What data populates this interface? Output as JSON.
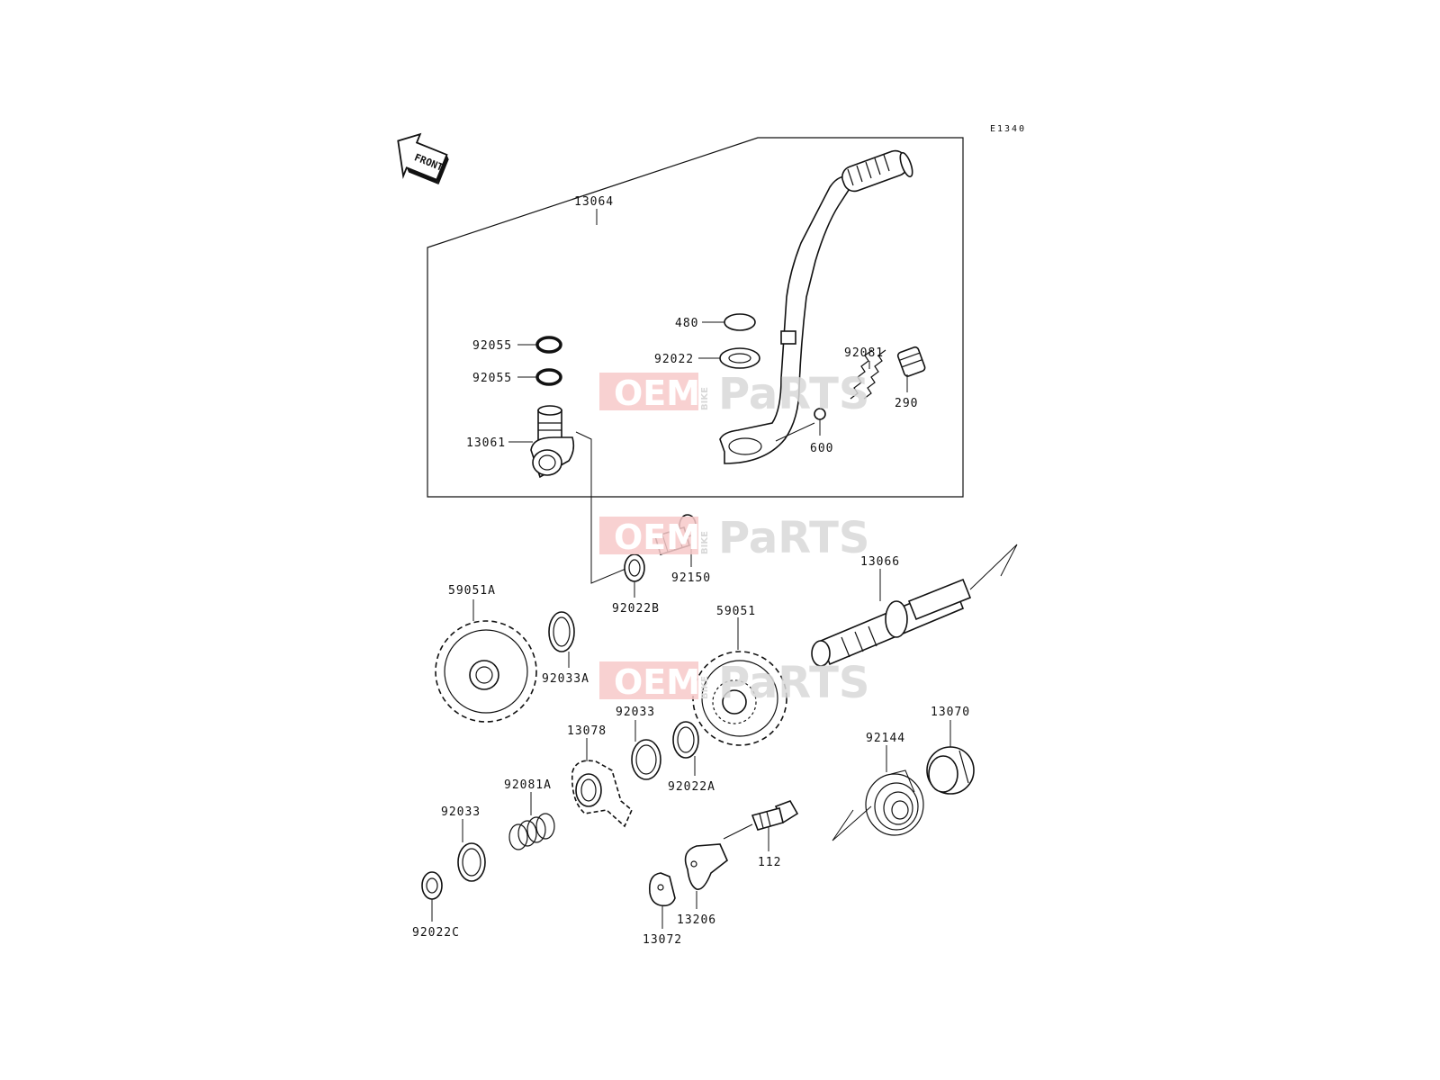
{
  "diagram": {
    "code": "E1340",
    "front_label": "FRONT",
    "watermark": {
      "oem": "OEM",
      "bike": "BIKE",
      "parts": "PaRTS"
    },
    "parts": {
      "p13064": "13064",
      "p480": "480",
      "p92022": "92022",
      "p92055a": "92055",
      "p92055b": "92055",
      "p92081": "92081",
      "p290": "290",
      "p13061": "13061",
      "p600": "600",
      "p92150": "92150",
      "p92022B": "92022B",
      "p13066": "13066",
      "p59051A": "59051A",
      "p59051": "59051",
      "p92033A": "92033A",
      "p92033": "92033",
      "p13078": "13078",
      "p92022A": "92022A",
      "p13070": "13070",
      "p92144": "92144",
      "p92081A": "92081A",
      "p92033b": "92033",
      "p112": "112",
      "p92022C": "92022C",
      "p13206": "13206",
      "p13072": "13072"
    }
  }
}
